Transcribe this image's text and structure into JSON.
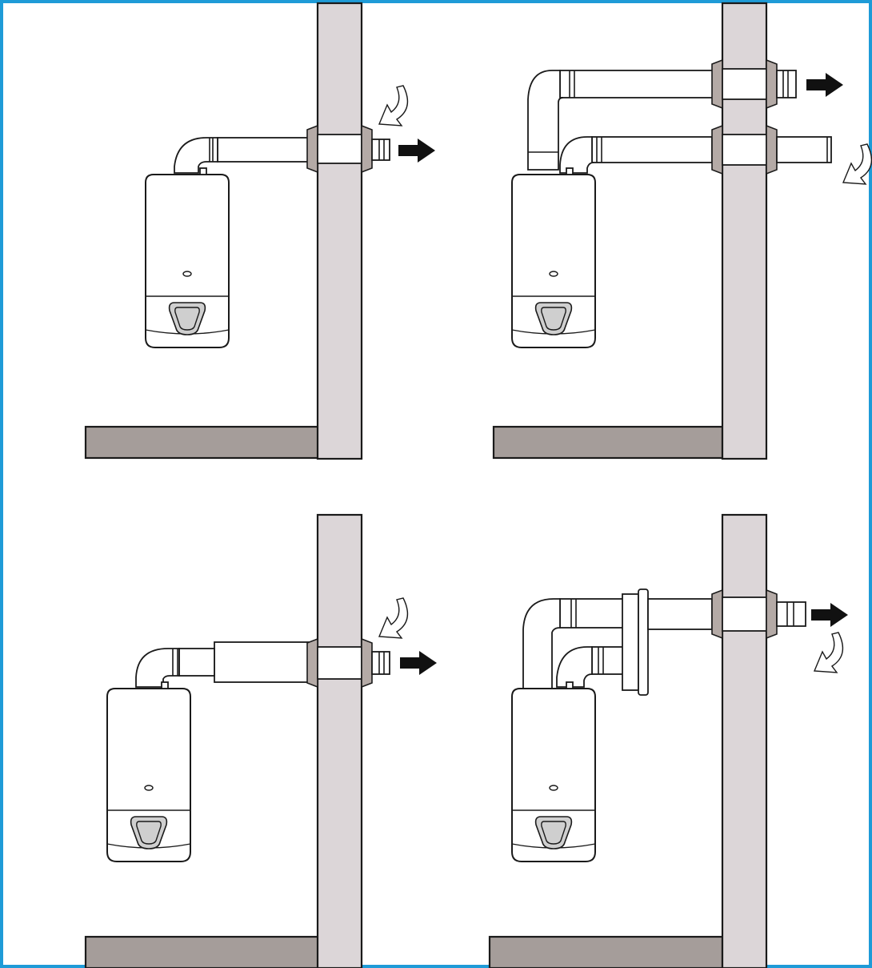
{
  "figure": {
    "border_color": "#1e9bd7",
    "wall_color": "#dcd6d8",
    "floor_color": "#a59d9a",
    "flange_color": "#b4aaa6"
  },
  "panels": [
    {
      "name": "coaxial-horizontal-flue",
      "icons": [
        "boiler-icon",
        "flue-pipe",
        "exhaust-arrow-icon",
        "air-intake-arrow-icon"
      ]
    },
    {
      "name": "twin-pipe-horizontal-flue",
      "icons": [
        "boiler-icon",
        "exhaust-pipe",
        "intake-pipe",
        "exhaust-arrow-icon",
        "air-intake-arrow-icon"
      ]
    },
    {
      "name": "coaxial-horizontal-flue-extended",
      "icons": [
        "boiler-icon",
        "flue-pipe",
        "exhaust-arrow-icon",
        "air-intake-arrow-icon"
      ]
    },
    {
      "name": "twin-pipe-to-coaxial-adapter-flue",
      "icons": [
        "boiler-icon",
        "adapter",
        "flue-pipe",
        "exhaust-arrow-icon",
        "air-intake-arrow-icon"
      ]
    }
  ]
}
